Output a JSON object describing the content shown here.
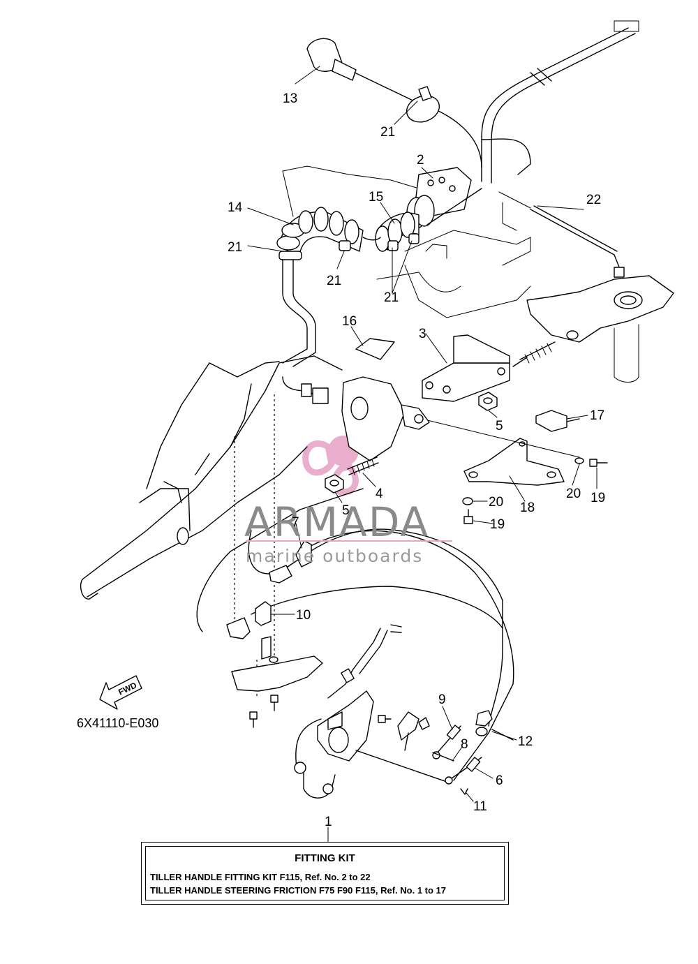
{
  "callouts": [
    {
      "id": "c13",
      "label": "13"
    },
    {
      "id": "c21a",
      "label": "21"
    },
    {
      "id": "c2",
      "label": "2"
    },
    {
      "id": "c22",
      "label": "22"
    },
    {
      "id": "c14",
      "label": "14"
    },
    {
      "id": "c15",
      "label": "15"
    },
    {
      "id": "c21b",
      "label": "21"
    },
    {
      "id": "c21c",
      "label": "21"
    },
    {
      "id": "c21d",
      "label": "21"
    },
    {
      "id": "c16",
      "label": "16"
    },
    {
      "id": "c3",
      "label": "3"
    },
    {
      "id": "c5a",
      "label": "5"
    },
    {
      "id": "c17",
      "label": "17"
    },
    {
      "id": "c4",
      "label": "4"
    },
    {
      "id": "c20a",
      "label": "20"
    },
    {
      "id": "c19a",
      "label": "19"
    },
    {
      "id": "c18",
      "label": "18"
    },
    {
      "id": "c20b",
      "label": "20"
    },
    {
      "id": "c5b",
      "label": "5"
    },
    {
      "id": "c19b",
      "label": "19"
    },
    {
      "id": "c7",
      "label": "7"
    },
    {
      "id": "c10",
      "label": "10"
    },
    {
      "id": "c9",
      "label": "9"
    },
    {
      "id": "c12",
      "label": "12"
    },
    {
      "id": "c8",
      "label": "8"
    },
    {
      "id": "c6",
      "label": "6"
    },
    {
      "id": "c11",
      "label": "11"
    },
    {
      "id": "c1",
      "label": "1"
    }
  ],
  "direction_arrow": {
    "label": "FWD"
  },
  "diagram_code": "6X41110-E030",
  "watermark": {
    "title": "ARMADA",
    "subtitle": "marine outboards",
    "logo_color": "#e8a6c8",
    "text_color": "#8a8a8a"
  },
  "kit_box": {
    "title": "FITTING KIT",
    "line_1": "TILLER HANDLE FITTING KIT F115,  Ref. No. 2 to 22",
    "line_2": "TILLER HANDLE STEERING FRICTION F75 F90 F115,  Ref. No. 1 to 17"
  }
}
